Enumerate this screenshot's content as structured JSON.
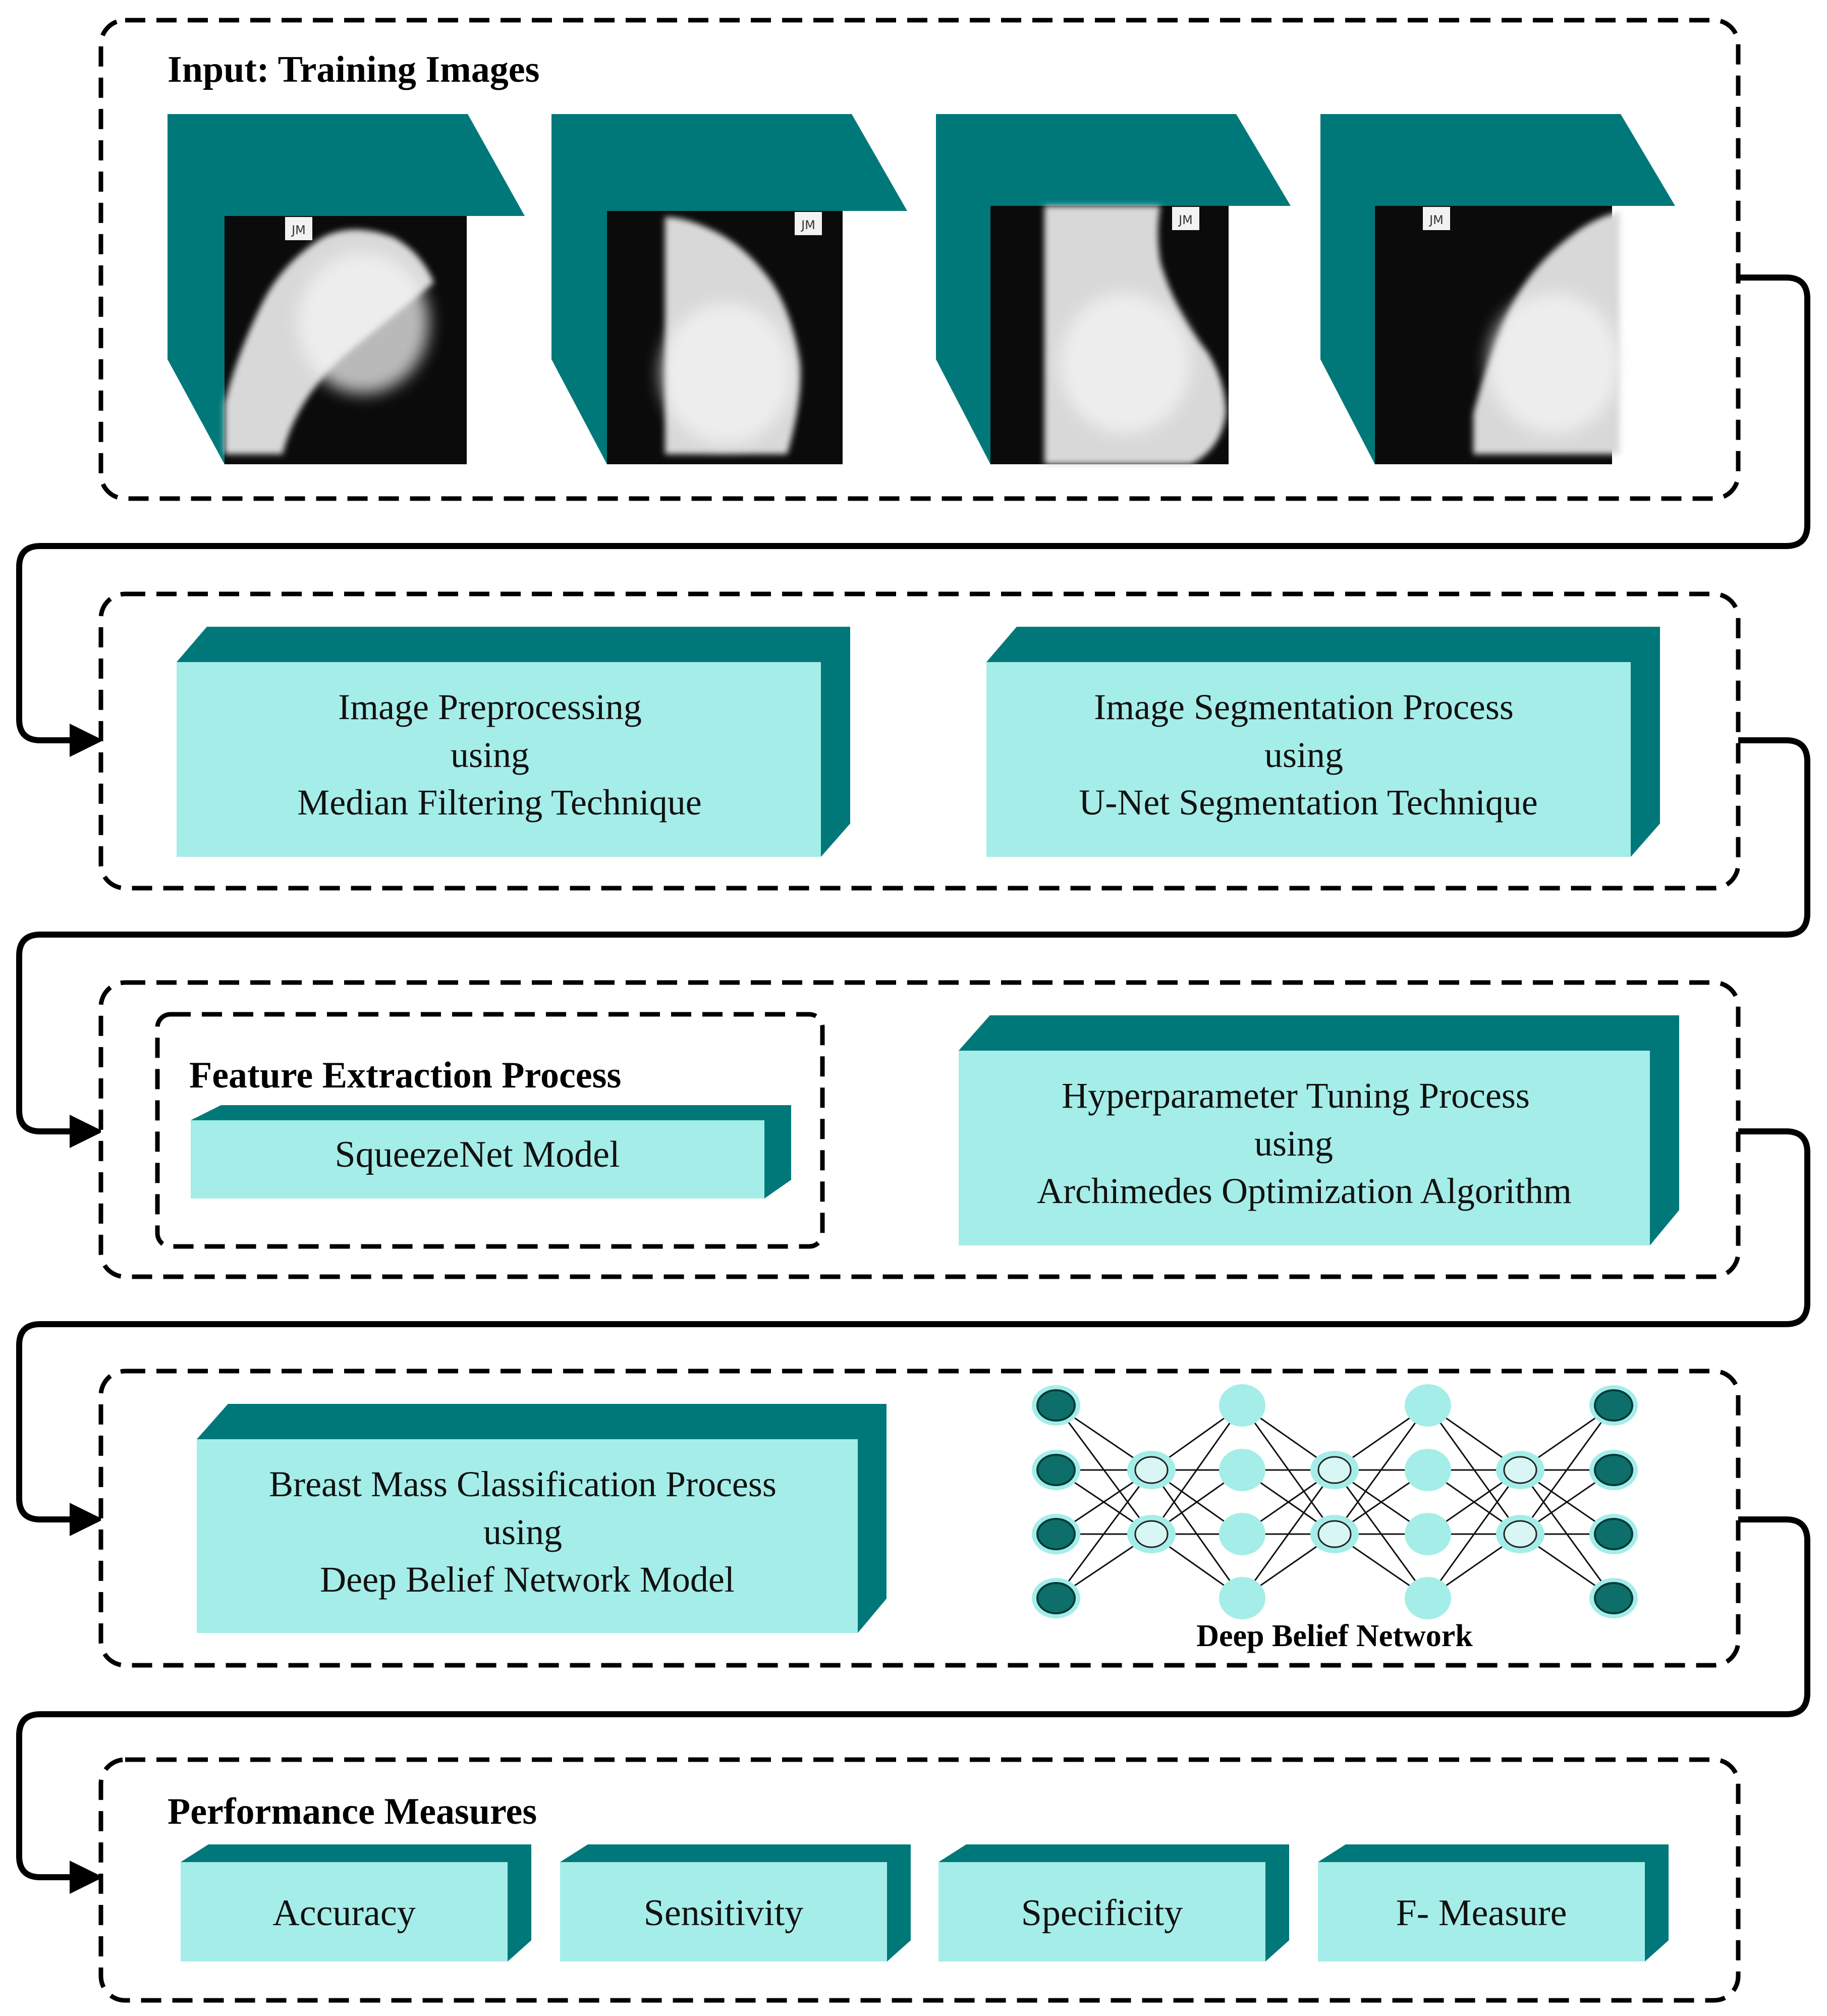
{
  "colors": {
    "teal_dark": "#00787A",
    "teal_light": "#A5EDE8",
    "node_light": "#A5EDE8",
    "node_dark": "#0E6E6A",
    "line": "#000000",
    "mammo_bg": "#0b0b0b"
  },
  "stages": {
    "input": {
      "title": "Input: Training Images",
      "image_icon": "mammogram-image",
      "marker": "JM"
    },
    "preprocess": {
      "preprocessing": [
        "Image Preprocessing",
        "using",
        "Median Filtering Technique"
      ],
      "segmentation": [
        "Image Segmentation Process",
        "using",
        "U-Net Segmentation Technique"
      ]
    },
    "feature": {
      "title": "Feature Extraction Process",
      "model": "SqueezeNet Model",
      "tuning": [
        "Hyperparameter Tuning Process",
        "using",
        "Archimedes Optimization Algorithm"
      ]
    },
    "classification": {
      "box": [
        "Breast Mass Classification Process",
        "using",
        "Deep Belief Network Model"
      ],
      "network_label": "Deep Belief Network"
    },
    "performance": {
      "title": "Performance Measures",
      "measures": [
        "Accuracy",
        "Sensitivity",
        "Specificity",
        "F- Measure"
      ]
    }
  }
}
